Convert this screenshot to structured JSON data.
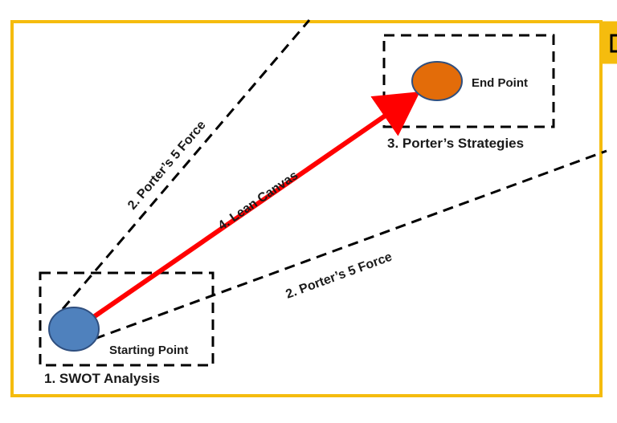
{
  "colors": {
    "frame": "#F5BC0E",
    "start_node": "#4F81BD",
    "end_node": "#E36C09",
    "node_stroke": "#2F4F7F",
    "arrow": "#FF0000",
    "dashed": "#000000"
  },
  "diagram": {
    "start_box_label": "1. SWOT Analysis",
    "start_point_label": "Starting Point",
    "end_box_label": "3. Porter’s Strategies",
    "end_point_label": "End Point",
    "upper_path_label": "2. Porter’s 5 Force",
    "lower_path_label": "2. Porter’s 5 Force",
    "arrow_label": "4. Lean Canvas"
  }
}
